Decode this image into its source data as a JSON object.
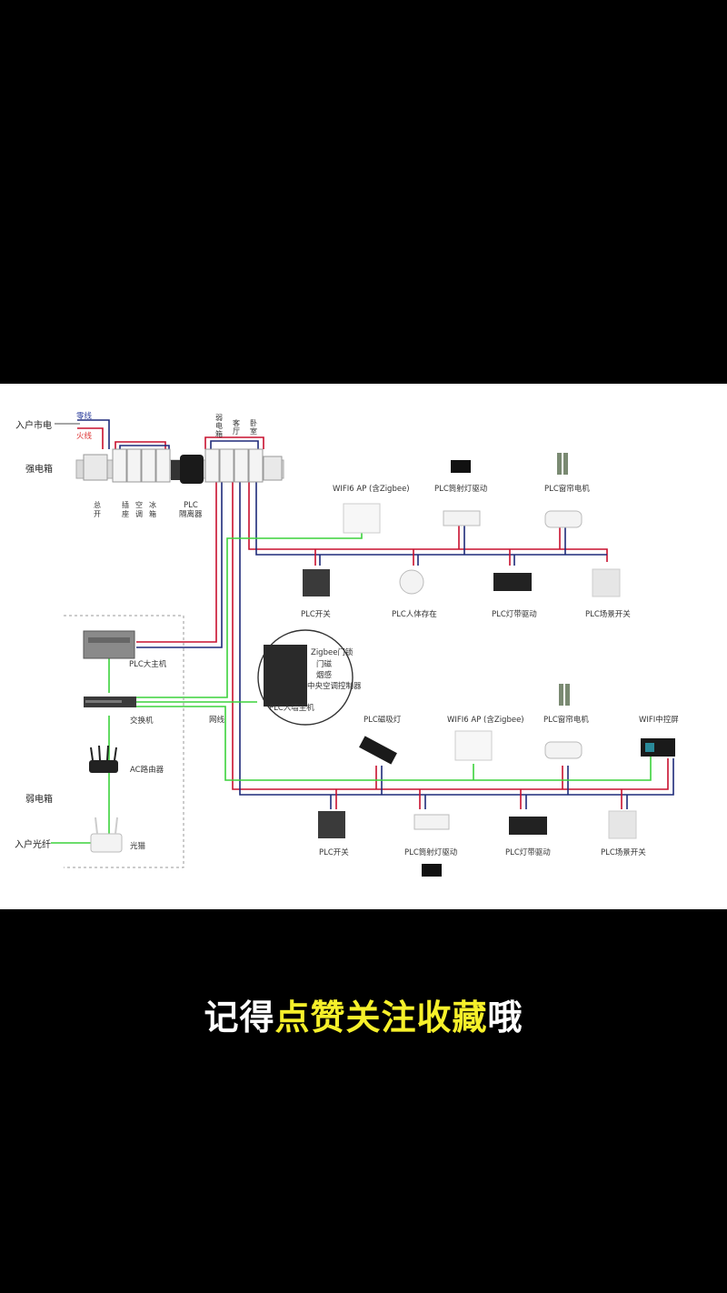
{
  "diagram": {
    "source_labels": {
      "city_power": "入户市电",
      "neutral": "零线",
      "live": "火线",
      "strong_box": "强电箱",
      "weak_box": "弱电箱",
      "fiber_in": "入户光纤",
      "network_cable": "网线"
    },
    "breakers": [
      "总开",
      "插座",
      "空调",
      "冰箱"
    ],
    "plc_isolator": [
      "PLC",
      "隔离器"
    ],
    "room_breakers": [
      "弱电箱",
      "客厅",
      "卧室"
    ],
    "weak_devices": {
      "plc_host": "PLC大主机",
      "switch": "交换机",
      "ac_router": "AC路由器",
      "modem": "光猫"
    },
    "wall_host": {
      "label": "PLC入墙主机",
      "menu": [
        "Zigbee门锁",
        "门磁",
        "烟感",
        "中央空调控制器"
      ]
    },
    "top_row": {
      "upper_labels": [
        "WIFI6 AP (含Zigbee)",
        "PLC筒射灯驱动",
        "PLC窗帘电机"
      ],
      "lower_labels": [
        "PLC开关",
        "PLC人体存在",
        "PLC灯带驱动",
        "PLC场景开关"
      ]
    },
    "bottom_row": {
      "upper_labels": [
        "PLC磁吸灯",
        "WIFI6 AP (含Zigbee)",
        "PLC窗帘电机",
        "WIFI中控屏"
      ],
      "lower_labels": [
        "PLC开关",
        "PLC筒射灯驱动",
        "PLC灯带驱动",
        "PLC场景开关"
      ]
    },
    "colors": {
      "live_wire": "#c8102e",
      "neutral_wire": "#1e2a7a",
      "network_wire": "#3cd23c"
    }
  },
  "caption": {
    "prefix": "记得",
    "highlight": "点赞关注收藏",
    "suffix": "哦"
  }
}
